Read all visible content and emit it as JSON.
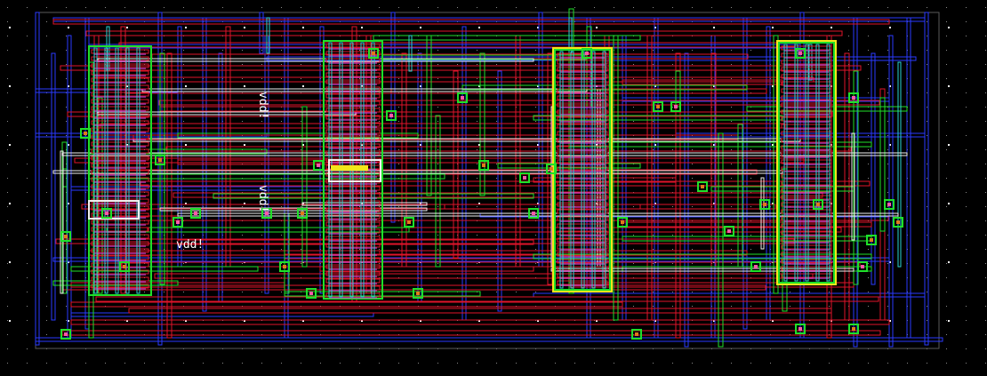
{
  "colors": {
    "background": "#000000",
    "grid_dot": "#8a8a8a",
    "metal_blue": "#2a3aff",
    "metal_red": "#e0142a",
    "metal_green": "#1fe02a",
    "metal_cyan": "#2ad4d4",
    "highlight_white": "#f0f0f0",
    "highlight_yellow": "#f2e61a",
    "via_pink": "#ff58a8",
    "via_magenta": "#d040d0",
    "poly_orange": "#e07a1a"
  },
  "labels": {
    "vdd_1": "vdd!",
    "vdd_2": "vdd!",
    "vdd_3": "vdd!"
  }
}
